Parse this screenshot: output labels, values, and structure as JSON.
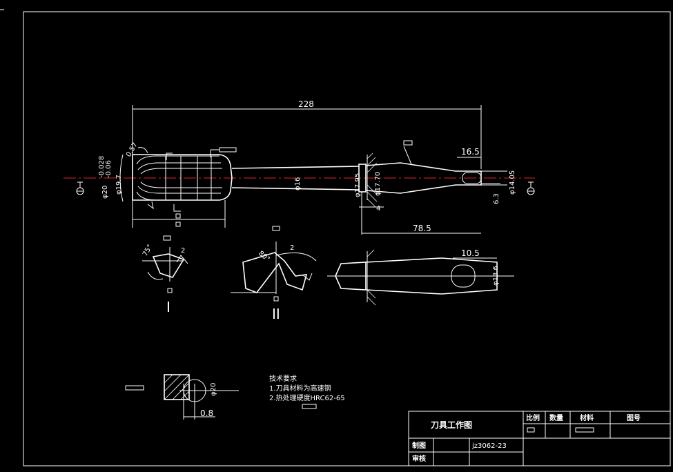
{
  "main_view": {
    "overall_length": "228",
    "dim_dia_20": "φ20",
    "dim_tol_upper": "-0.028",
    "dim_tol_lower": "-0.06",
    "dim_dia_197": "φ19.7",
    "dim_dia_16": "φ16",
    "dim_dia_1795": "φ17.95",
    "dim_dia_1770": "φ17.70",
    "dim_dia_1405": "φ14.05",
    "dim_165": "16.5",
    "dim_63": "6.3",
    "dim_4": "4",
    "dim_785": "78.5",
    "dim_057": "0.57"
  },
  "section_views": {
    "angle_75": "75°",
    "dim_2a": "2",
    "roman_1": "I",
    "angle_80": "80°",
    "dim_2b": "2",
    "roman_2": "II",
    "dim_105": "10.5",
    "dim_dia_136": "φ13.6",
    "dim_08": "0.8",
    "dim_dia_20b": "φ20"
  },
  "notes": {
    "line1": "技术要求",
    "line2": "1.刀具材料为高速钢",
    "line3": "2.热处理硬度HRC62-65"
  },
  "title_block": {
    "title": "刀具工作图",
    "h_scale": "比例",
    "h_qty": "数量",
    "h_material": "材料",
    "h_drawing_no": "图号",
    "drawn_by": "制图",
    "checked_by": "审核",
    "code": "jz3062-23"
  }
}
